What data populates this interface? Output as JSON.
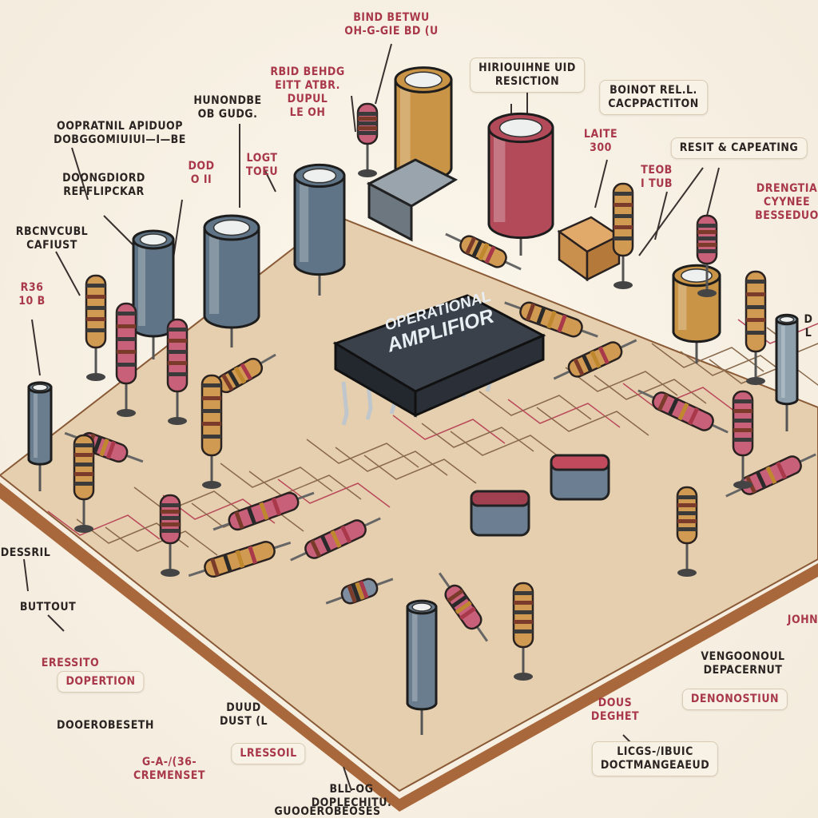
{
  "chip": {
    "line1": "OPERATIONAL",
    "line2": "AMPLIFIOR"
  },
  "labels": [
    {
      "lines": [
        "BIND BETWU",
        "OH-G-GIE BD (U"
      ],
      "color": "red"
    },
    {
      "lines": [
        "HIRIOUIHNE UID",
        "RESICTION"
      ],
      "color": "dark"
    },
    {
      "lines": [
        "RBID BEHDG",
        "EITT ATBR.",
        "DUPUL",
        "LE OH"
      ],
      "color": "red"
    },
    {
      "lines": [
        "HUNONDBE",
        "OB GUDG."
      ],
      "color": "dark"
    },
    {
      "lines": [
        "OOPRATNIL APIDUOP",
        "DOBGGOMIUIUI—I—BE"
      ],
      "color": "dark"
    },
    {
      "lines": [
        "BOINOT REL.L.",
        "CACPPACTITON"
      ],
      "color": "dark"
    },
    {
      "lines": [
        "LAITE",
        "300"
      ],
      "color": "red"
    },
    {
      "lines": [
        "DOD",
        "O II"
      ],
      "color": "red"
    },
    {
      "lines": [
        "LOGT",
        "TOEU"
      ],
      "color": "red"
    },
    {
      "lines": [
        "RESIT & CAPEATING"
      ],
      "color": "dark"
    },
    {
      "lines": [
        "TEOB",
        "I TUB"
      ],
      "color": "red"
    },
    {
      "lines": [
        "DOONGDIORD",
        "REFFLIPCKAR"
      ],
      "color": "dark"
    },
    {
      "lines": [
        "DRENGTIA",
        "CYYNEE",
        "BESSEDUO"
      ],
      "color": "red"
    },
    {
      "lines": [
        "RBCNVCUBL",
        "CAFIUST"
      ],
      "color": "dark"
    },
    {
      "lines": [
        "R36",
        "10 B"
      ],
      "color": "red"
    },
    {
      "lines": [
        "DESSRIL"
      ],
      "color": "dark"
    },
    {
      "lines": [
        "BUTTOUT"
      ],
      "color": "dark"
    },
    {
      "lines": [
        "ERESSITO"
      ],
      "color": "red"
    },
    {
      "lines": [
        "DOPERTION"
      ],
      "color": "red"
    },
    {
      "lines": [
        "DUUD",
        "DUST (L"
      ],
      "color": "dark"
    },
    {
      "lines": [
        "DOOEROBESETH"
      ],
      "color": "dark"
    },
    {
      "lines": [
        "LRESSOIL"
      ],
      "color": "red"
    },
    {
      "lines": [
        "G-A-/(36-",
        "CREMENSET"
      ],
      "color": "red"
    },
    {
      "lines": [
        "BLL-OG",
        "DOPLECHITU."
      ],
      "color": "dark"
    },
    {
      "lines": [
        "GUOOEROBEOSES"
      ],
      "color": "dark"
    },
    {
      "lines": [
        "LICGS-/IBUIC",
        "DOCTMANGEAEUD"
      ],
      "color": "dark"
    },
    {
      "lines": [
        "DOUS",
        "DEGHET"
      ],
      "color": "red"
    },
    {
      "lines": [
        "DENONOSTIUN"
      ],
      "color": "red"
    },
    {
      "lines": [
        "VENGOONOUL",
        "DEPACERNUT"
      ],
      "color": "dark"
    },
    {
      "lines": [
        "JOHN"
      ],
      "color": "red"
    },
    {
      "lines": [
        "D",
        "L"
      ],
      "color": "dark"
    }
  ],
  "colors": {
    "background": "#f6f0e4",
    "board": "#e6cfae",
    "board_edge": "#a8683c",
    "accent_red": "#a8384a",
    "chip": "#2b3038",
    "capacitor_blue": "#5f7486",
    "capacitor_red": "#b24a5a",
    "capacitor_gold": "#c99446"
  }
}
